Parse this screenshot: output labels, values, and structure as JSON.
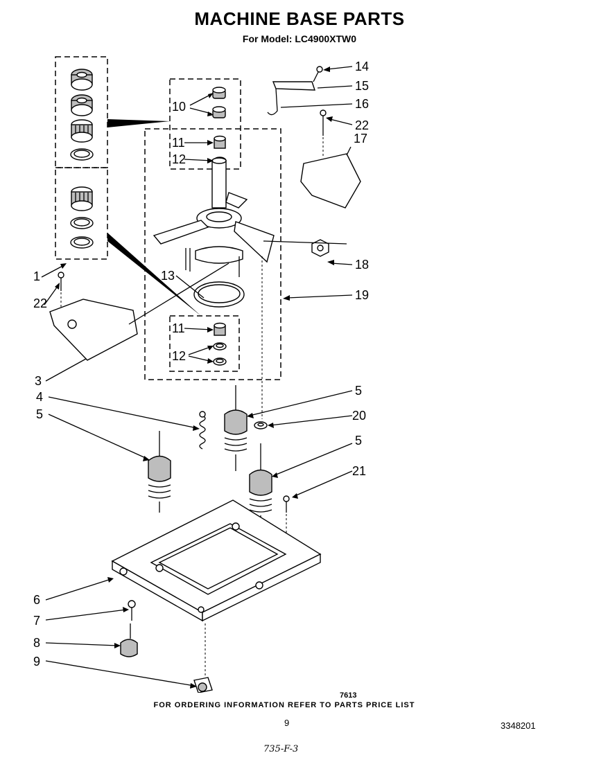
{
  "header": {
    "title": "MACHINE BASE PARTS",
    "subtitle": "For Model: LC4900XTW0"
  },
  "callouts": [
    "14",
    "15",
    "16",
    "22",
    "17",
    "10",
    "11",
    "12",
    "18",
    "1",
    "22",
    "13",
    "19",
    "11",
    "12",
    "3",
    "4",
    "5",
    "5",
    "20",
    "5",
    "21",
    "6",
    "7",
    "8",
    "9"
  ],
  "footer": {
    "code": "7613",
    "note": "FOR ORDERING INFORMATION REFER TO PARTS PRICE LIST",
    "page_number": "9",
    "doc_number": "3348201",
    "handwritten": "735-F-3"
  }
}
